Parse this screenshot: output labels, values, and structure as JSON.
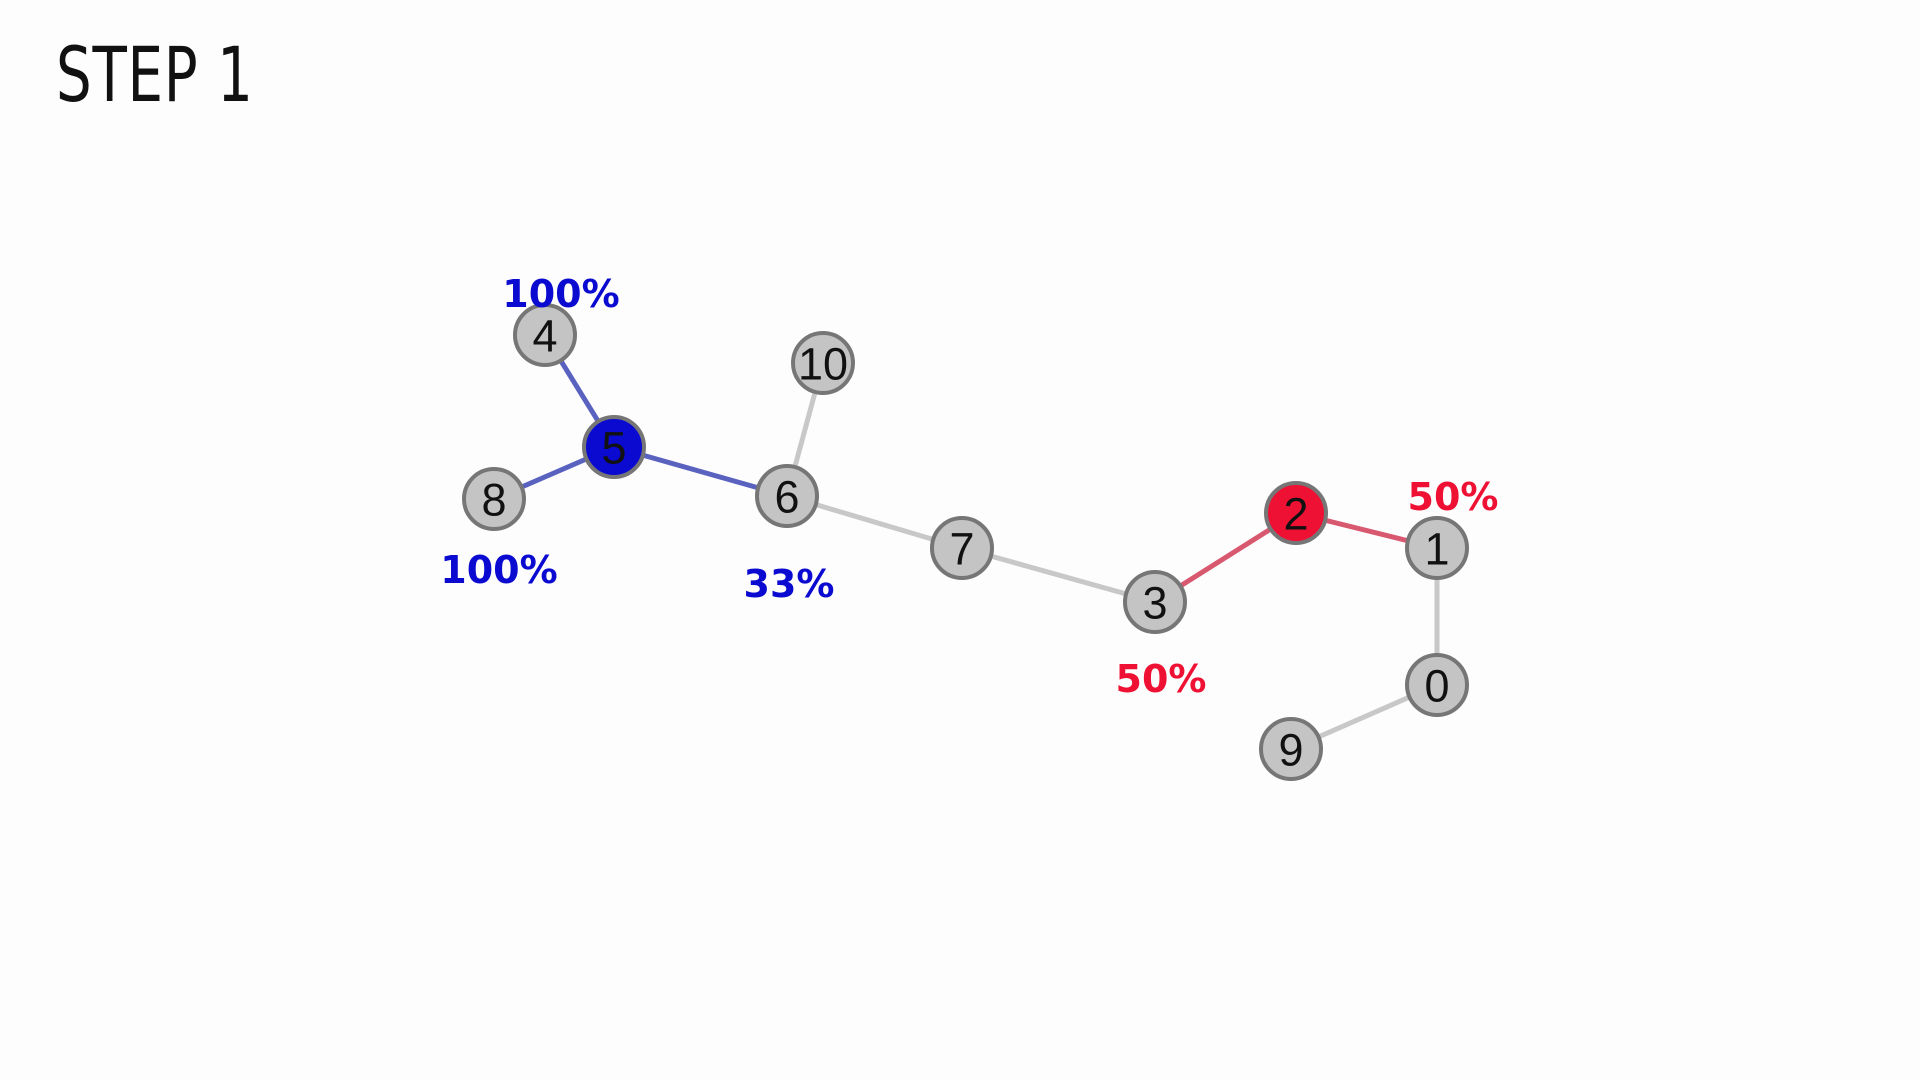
{
  "title": "STEP 1",
  "colors": {
    "blue": "#0a0ad0",
    "red": "#ee1133",
    "blue_edge": "#5a62c0",
    "red_edge": "#d85870",
    "gray_node": "#c4c4c4",
    "gray_node_stroke": "#767676",
    "gray_edge": "#c8c8c8"
  },
  "nodes": [
    {
      "id": "0",
      "label": "0",
      "state": "gray"
    },
    {
      "id": "1",
      "label": "1",
      "state": "gray"
    },
    {
      "id": "2",
      "label": "2",
      "state": "red"
    },
    {
      "id": "3",
      "label": "3",
      "state": "gray"
    },
    {
      "id": "4",
      "label": "4",
      "state": "gray"
    },
    {
      "id": "5",
      "label": "5",
      "state": "blue"
    },
    {
      "id": "6",
      "label": "6",
      "state": "gray"
    },
    {
      "id": "7",
      "label": "7",
      "state": "gray"
    },
    {
      "id": "8",
      "label": "8",
      "state": "gray"
    },
    {
      "id": "9",
      "label": "9",
      "state": "gray"
    },
    {
      "id": "10",
      "label": "10",
      "state": "gray"
    }
  ],
  "edges": [
    {
      "source": "4",
      "target": "5",
      "color": "blue"
    },
    {
      "source": "8",
      "target": "5",
      "color": "blue"
    },
    {
      "source": "5",
      "target": "6",
      "color": "blue"
    },
    {
      "source": "6",
      "target": "10",
      "color": "gray"
    },
    {
      "source": "6",
      "target": "7",
      "color": "gray"
    },
    {
      "source": "7",
      "target": "3",
      "color": "gray"
    },
    {
      "source": "3",
      "target": "2",
      "color": "red"
    },
    {
      "source": "2",
      "target": "1",
      "color": "red"
    },
    {
      "source": "1",
      "target": "0",
      "color": "gray"
    },
    {
      "source": "0",
      "target": "9",
      "color": "gray"
    }
  ],
  "percent_labels": [
    {
      "node": "4",
      "text": "100%",
      "color": "blue"
    },
    {
      "node": "8",
      "text": "100%",
      "color": "blue"
    },
    {
      "node": "6",
      "text": "33%",
      "color": "blue"
    },
    {
      "node": "3",
      "text": "50%",
      "color": "red"
    },
    {
      "node": "1",
      "text": "50%",
      "color": "red"
    }
  ]
}
